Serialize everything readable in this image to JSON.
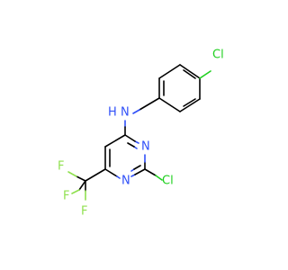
{
  "molecule": {
    "atoms": {
      "cl_top": "Cl",
      "nh": "N",
      "nh_h": "H",
      "n_ring_upper": "N",
      "n_ring_lower": "N",
      "cl_ring": "Cl",
      "f_left": "F",
      "f_top": "F",
      "f_bottom": "F"
    },
    "colors": {
      "bond": "#000000",
      "nitrogen": "#3050f8",
      "chlorine": "#1fd01f",
      "fluorine": "#90e050"
    }
  }
}
